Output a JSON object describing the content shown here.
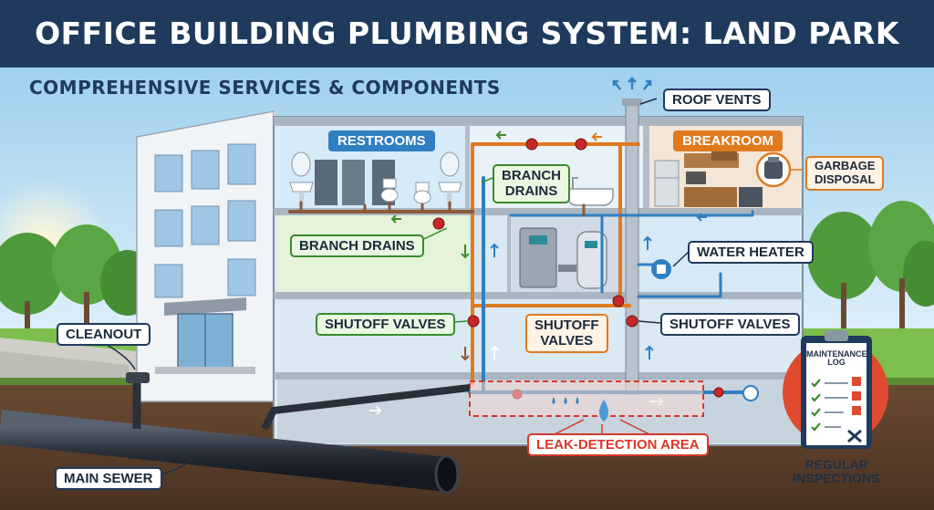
{
  "title": "OFFICE BUILDING PLUMBING SYSTEM: LAND PARK",
  "subtitle": "COMPREHENSIVE SERVICES & COMPONENTS",
  "rooms": {
    "restrooms": "RESTROOMS",
    "breakroom": "BREAKROOM"
  },
  "labels": {
    "roof_vents": "ROOF VENTS",
    "branch_drains_upper": "BRANCH\nDRAINS",
    "branch_drains_lower": "BRANCH DRAINS",
    "garbage_disposal": "GARBAGE\nDISPOSAL",
    "water_heater": "WATER HEATER",
    "shutoff_valves_left": "SHUTOFF VALVES",
    "shutoff_valves_center": "SHUTOFF\nVALVES",
    "shutoff_valves_right": "SHUTOFF VALVES",
    "cleanout": "CLEANOUT",
    "main_sewer": "MAIN SEWER",
    "leak_detection": "LEAK-DETECTION AREA"
  },
  "maintenance": {
    "log_title": "MAINTENANCE\nLOG",
    "caption": "REGULAR\nINSPECTIONS"
  },
  "colors": {
    "banner": "#1f3a5c",
    "hot_pipe": "#e07a1f",
    "cold_pipe": "#2f7fc1",
    "drain_pipe": "#8a5a3a",
    "leak": "#d9382b",
    "flow_green": "#3a8a2e"
  }
}
